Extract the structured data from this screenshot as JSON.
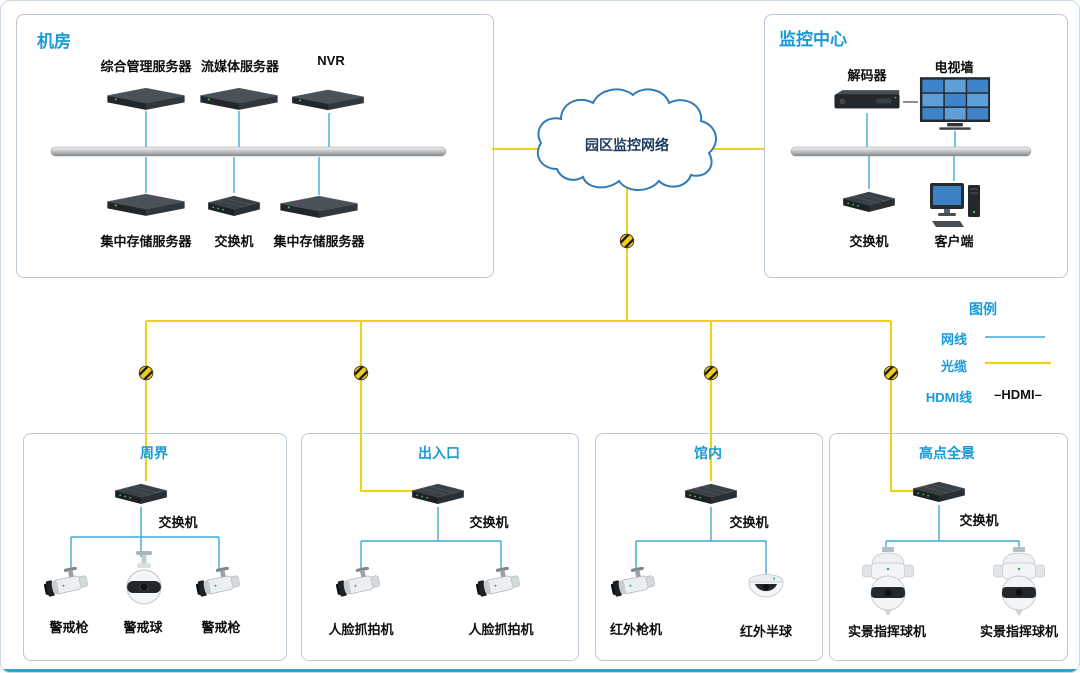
{
  "colors": {
    "accent_blue": "#1a9ad6",
    "fiber_yellow": "#f2d118",
    "network_blue": "#3fa9dc",
    "label_black": "#0d0d0d"
  },
  "server_room": {
    "title": "机房",
    "top_devices": [
      {
        "label": "综合管理服务器",
        "icon": "server-icon"
      },
      {
        "label": "流媒体服务器",
        "icon": "server-icon"
      },
      {
        "label": "NVR",
        "icon": "server-icon"
      }
    ],
    "bottom_devices": [
      {
        "label": "集中存储服务器",
        "icon": "server-icon"
      },
      {
        "label": "交换机",
        "icon": "switch-icon"
      },
      {
        "label": "集中存储服务器",
        "icon": "server-icon"
      }
    ]
  },
  "monitor_center": {
    "title": "监控中心",
    "top_devices": [
      {
        "label": "解码器",
        "icon": "decoder-icon"
      },
      {
        "label": "电视墙",
        "icon": "tv-wall-icon"
      }
    ],
    "bottom_devices": [
      {
        "label": "交换机",
        "icon": "switch-icon"
      },
      {
        "label": "客户端",
        "icon": "client-pc-icon"
      }
    ]
  },
  "cloud": {
    "label": "园区监控网络"
  },
  "legend": {
    "title": "图例",
    "items": [
      {
        "label": "网线",
        "line": "blue-line"
      },
      {
        "label": "光缆",
        "line": "yellow-line"
      },
      {
        "label": "HDMI线",
        "line": "hdmi-line",
        "line_label": "–HDMI–"
      }
    ]
  },
  "zones": [
    {
      "title": "周界",
      "switch_label": "交换机",
      "cameras": [
        {
          "label": "警戒枪",
          "icon": "bullet-camera-icon"
        },
        {
          "label": "警戒球",
          "icon": "ptz-ball-camera-icon"
        },
        {
          "label": "警戒枪",
          "icon": "bullet-camera-icon"
        }
      ]
    },
    {
      "title": "出入口",
      "switch_label": "交换机",
      "cameras": [
        {
          "label": "人脸抓拍机",
          "icon": "bullet-camera-icon"
        },
        {
          "label": "人脸抓拍机",
          "icon": "bullet-camera-icon"
        }
      ]
    },
    {
      "title": "馆内",
      "switch_label": "交换机",
      "cameras": [
        {
          "label": "红外枪机",
          "icon": "bullet-camera-icon"
        },
        {
          "label": "红外半球",
          "icon": "dome-camera-icon"
        }
      ]
    },
    {
      "title": "高点全景",
      "switch_label": "交换机",
      "cameras": [
        {
          "label": "实景指挥球机",
          "icon": "speed-dome-camera-icon"
        },
        {
          "label": "实景指挥球机",
          "icon": "speed-dome-camera-icon"
        }
      ]
    }
  ]
}
